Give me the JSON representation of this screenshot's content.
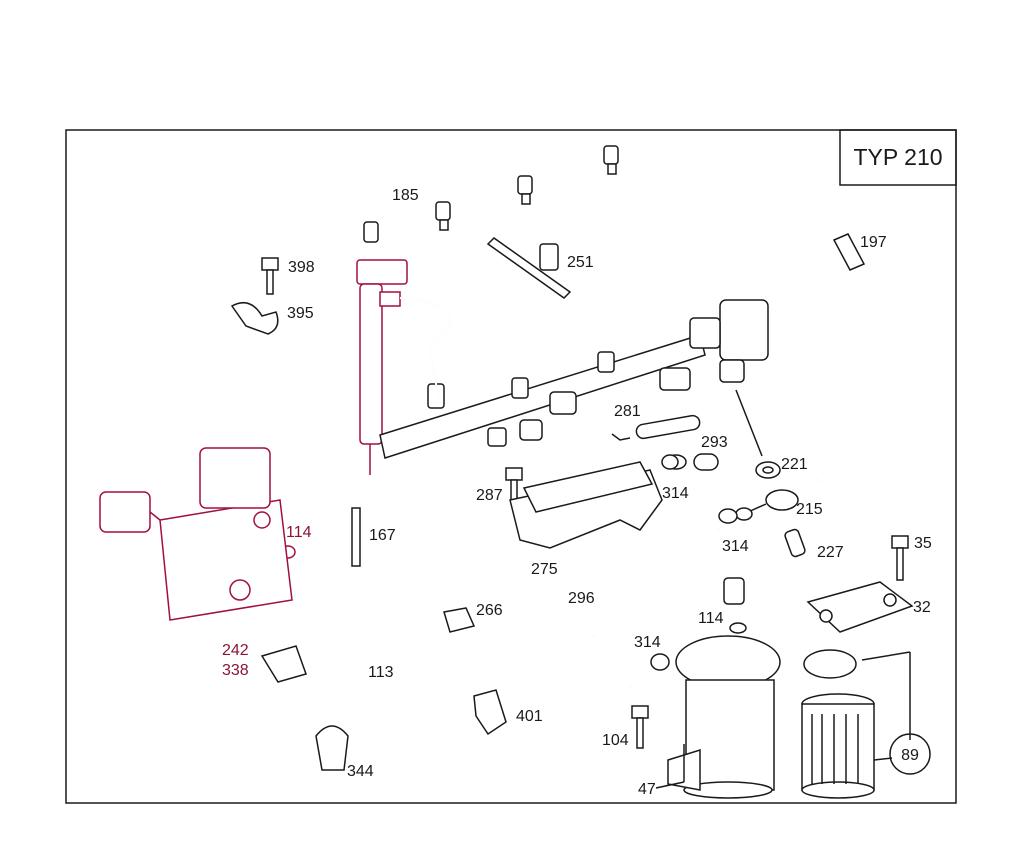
{
  "frame": {
    "type_label": "TYP 210"
  },
  "callouts": {
    "c185": "185",
    "c398": "398",
    "c395": "395",
    "c251": "251",
    "c197": "197",
    "c281": "281",
    "c293": "293",
    "c221": "221",
    "c287": "287",
    "c314a": "314",
    "c215": "215",
    "c114a": "114",
    "c167": "167",
    "c275": "275",
    "c314b": "314",
    "c227": "227",
    "c35": "35",
    "c296": "296",
    "c266": "266",
    "c114b": "114",
    "c32": "32",
    "c242": "242",
    "c338": "338",
    "c113": "113",
    "c314c": "314",
    "c401": "401",
    "c104": "104",
    "c89": "89",
    "c344": "344",
    "c47": "47"
  },
  "colors": {
    "line": "#1a1a1a",
    "highlight": "#a01040",
    "background": "#ffffff"
  }
}
